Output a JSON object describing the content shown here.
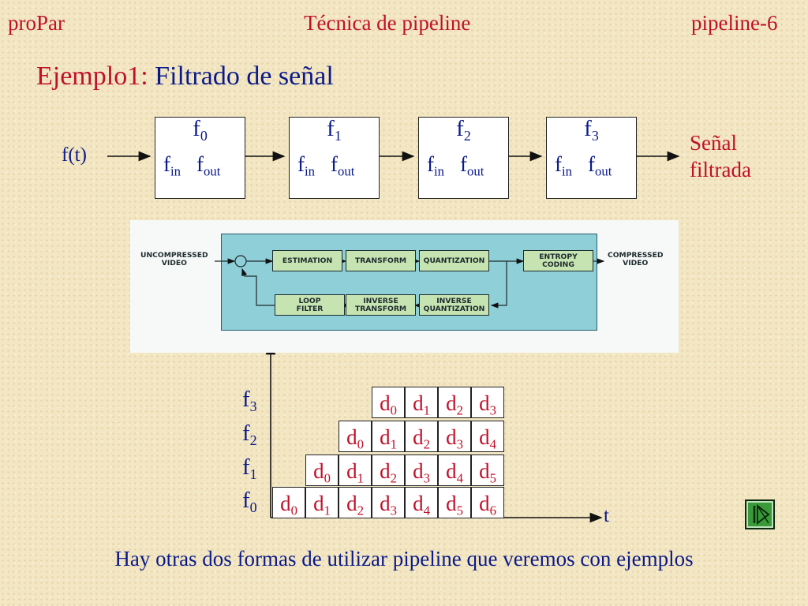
{
  "header": {
    "left": "proPar",
    "center": "Técnica de pipeline",
    "right": "pipeline-6"
  },
  "title": {
    "part1": "Ejemplo1:",
    "part2": " Filtrado de señal"
  },
  "pipeline": {
    "input_label": "f(t)",
    "stages": [
      {
        "name": "f",
        "index": "0",
        "in": "f",
        "in_sub": "in",
        "out": "f",
        "out_sub": "out"
      },
      {
        "name": "f",
        "index": "1",
        "in": "f",
        "in_sub": "in",
        "out": "f",
        "out_sub": "out"
      },
      {
        "name": "f",
        "index": "2",
        "in": "f",
        "in_sub": "in",
        "out": "f",
        "out_sub": "out"
      },
      {
        "name": "f",
        "index": "3",
        "in": "f",
        "in_sub": "in",
        "out": "f",
        "out_sub": "out"
      }
    ],
    "output_label_line1": "Señal",
    "output_label_line2": "filtrada"
  },
  "block_diagram": {
    "input_line1": "UNCOMPRESSED",
    "input_line2": "VIDEO",
    "output_line1": "COMPRESSED",
    "output_line2": "VIDEO",
    "blocks": {
      "estimation": "ESTIMATION",
      "transform": "TRANSFORM",
      "quantization": "QUANTIZATION",
      "entropy_line1": "ENTROPY",
      "entropy_line2": "CODING",
      "loop_line1": "LOOP",
      "loop_line2": "FILTER",
      "itransform_line1": "INVERSE",
      "itransform_line2": "TRANSFORM",
      "iquant_line1": "INVERSE",
      "iquant_line2": "QUANTIZATION"
    }
  },
  "timing": {
    "rows": [
      {
        "label": "f",
        "sub": "3",
        "cells": [
          "0",
          "1",
          "2",
          "3"
        ]
      },
      {
        "label": "f",
        "sub": "2",
        "cells": [
          "0",
          "1",
          "2",
          "3",
          "4"
        ]
      },
      {
        "label": "f",
        "sub": "1",
        "cells": [
          "0",
          "1",
          "2",
          "3",
          "4",
          "5"
        ]
      },
      {
        "label": "f",
        "sub": "0",
        "cells": [
          "0",
          "1",
          "2",
          "3",
          "4",
          "5",
          "6"
        ]
      }
    ],
    "cell_prefix": "d",
    "t_label": "t"
  },
  "footer": "Hay otras dos formas de utilizar pipeline que veremos con ejemplos",
  "colors": {
    "red": "#c0102a",
    "blue": "#0a1a8a",
    "nav_green": "#3a9a3a"
  },
  "icons": {
    "nav": "skip-to-end-icon"
  }
}
